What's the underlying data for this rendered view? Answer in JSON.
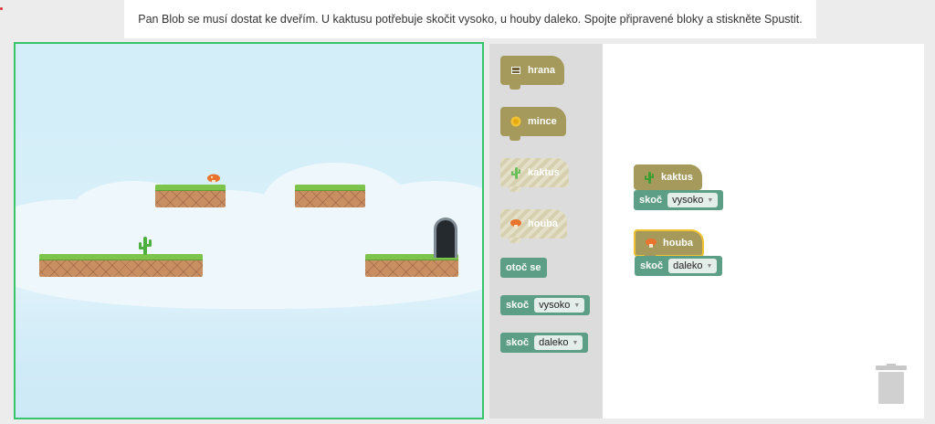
{
  "instruction": "Pan Blob se musí dostat ke dveřím. U kaktusu potřebuje skočit vysoko, u houby daleko. Spojte připravené bloky a stiskněte Spustit.",
  "toolbox": {
    "blocks": [
      {
        "label": "hrana",
        "icon": "edge-icon"
      },
      {
        "label": "mince",
        "icon": "coin-icon"
      },
      {
        "label": "kaktus",
        "icon": "cactus-icon"
      },
      {
        "label": "houba",
        "icon": "mushroom-icon"
      },
      {
        "label": "otoč se"
      },
      {
        "label": "skoč",
        "option": "vysoko"
      },
      {
        "label": "skoč",
        "option": "daleko"
      }
    ]
  },
  "workspace": {
    "groups": [
      {
        "event": "kaktus",
        "command": "skoč",
        "option": "vysoko"
      },
      {
        "event": "houba",
        "command": "skoč",
        "option": "daleko"
      }
    ]
  },
  "colors": {
    "event_block": "#a59a5b",
    "command_block": "#5d9e86",
    "scene_border": "#37c46b",
    "selected_outline": "#f2c230"
  }
}
